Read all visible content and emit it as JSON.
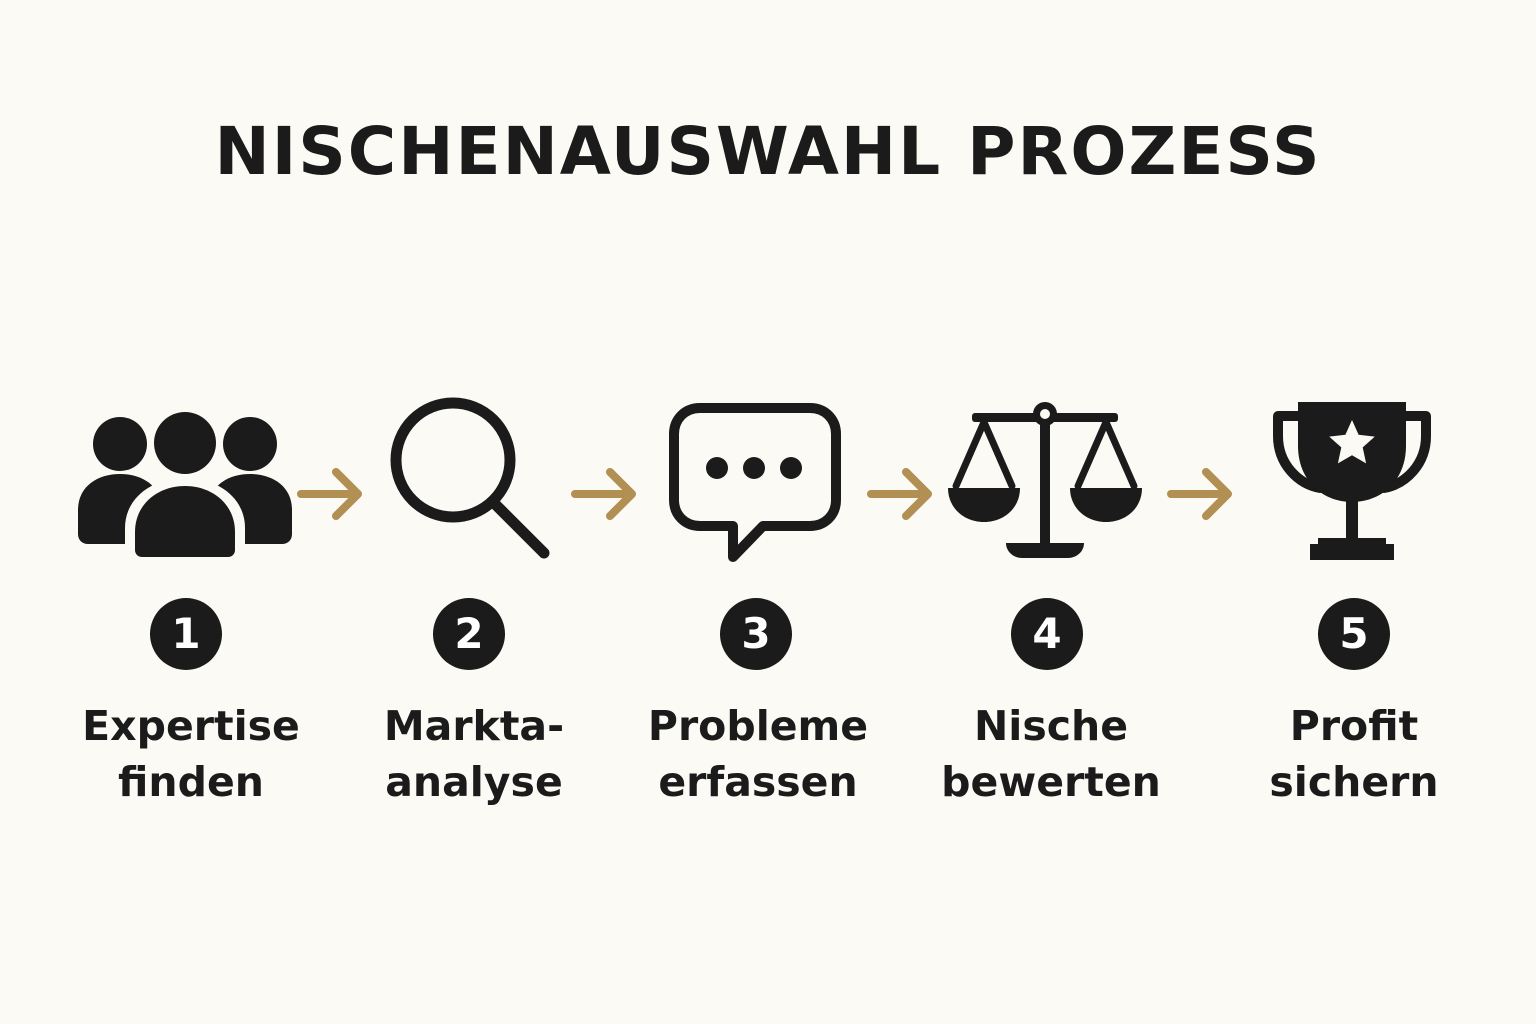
{
  "title": "NISCHENAUSWAHL PROZESS",
  "colors": {
    "background": "#fbfaf4",
    "ink": "#1b1b1b",
    "arrow": "#b28f52"
  },
  "steps": [
    {
      "number": "1",
      "line1": "Expertise",
      "line2": "finden",
      "icon": "people-group-icon"
    },
    {
      "number": "2",
      "line1": "Markta-",
      "line2": "analyse",
      "icon": "magnifier-icon"
    },
    {
      "number": "3",
      "line1": "Probleme",
      "line2": "erfassen",
      "icon": "speech-bubble-icon"
    },
    {
      "number": "4",
      "line1": "Nische",
      "line2": "bewerten",
      "icon": "balance-scale-icon"
    },
    {
      "number": "5",
      "line1": "Profit",
      "line2": "sichern",
      "icon": "trophy-icon"
    }
  ]
}
